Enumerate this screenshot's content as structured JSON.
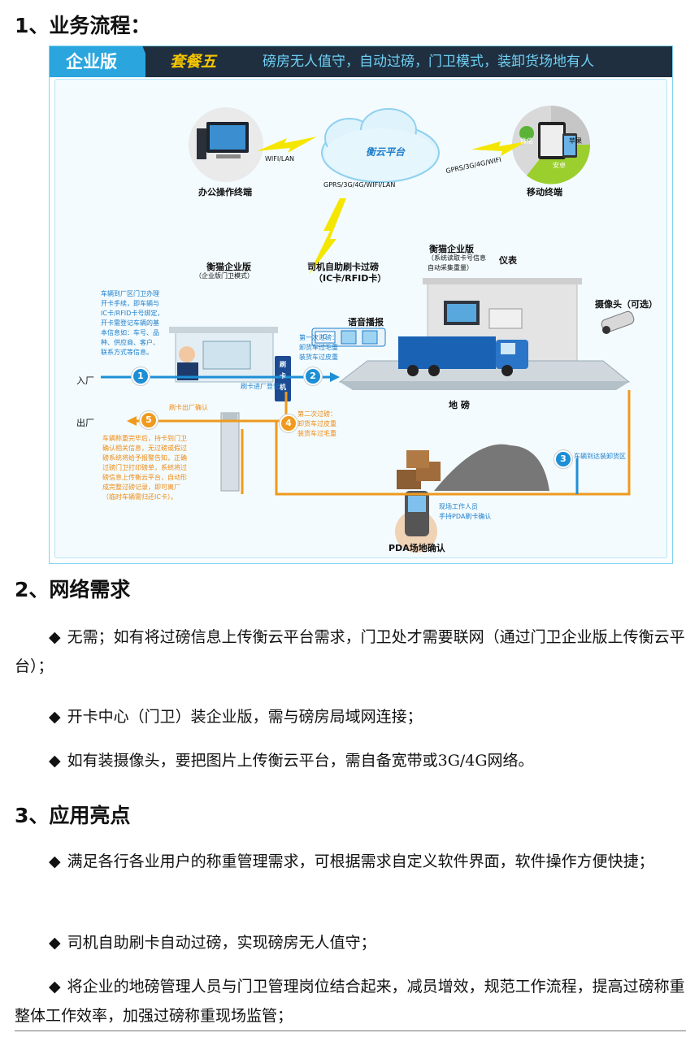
{
  "sections": [
    {
      "title": "1、业务流程："
    },
    {
      "title": "2、网络需求"
    },
    {
      "title": "3、应用亮点"
    }
  ],
  "diagram": {
    "banner": {
      "edition": "企业版",
      "package": "套餐五",
      "slogan": "磅房无人值守，自动过磅，门卫模式，装卸货场地有人"
    },
    "cloud_label": "衡云平台",
    "office_terminal": "办公操作终端",
    "mobile_terminal": "移动终端",
    "link_office": "WIFI/LAN",
    "link_mobile": "GPRS/3G/4G/WIFI",
    "link_down": "GPRS/3G/4G/WIFI/LAN",
    "mobile_icons": {
      "wechat": "微信",
      "apple": "苹果",
      "android": "安卓"
    },
    "guard_title": "衡猫企业版",
    "guard_sub": "（企业版门卫模式）",
    "gate_note": [
      "车辆到厂区门卫办理",
      "开卡手续，即车辆与",
      "IC卡/RFID卡号绑定，",
      "开卡需登记车辆的基",
      "本信息如：车号、品",
      "种、供应商、客户、",
      "联系方式等信息。"
    ],
    "card_reader_title": "司机自助刷卡过磅",
    "card_reader_sub": "（IC卡/RFID卡）",
    "card_ic": "IC",
    "voice": "语音播报",
    "swipe_machine": [
      "刷",
      "卡",
      "机"
    ],
    "weighroom_title": "衡猫企业版",
    "weighroom_sub": [
      "（系统读取卡号信息",
      "自动采集重量）"
    ],
    "meter": "仪表",
    "camera": "摄像头（可选）",
    "first_weigh": [
      "第一次过磅：",
      "卸货车过毛重",
      "装货车过皮重"
    ],
    "second_weigh": [
      "第二次过磅：",
      "卸货车过皮重",
      "装货车过毛重"
    ],
    "swipe_in": "刷卡进厂登记",
    "entry": "入厂",
    "exit": "出厂",
    "swipe_out": "刷卡出厂确认",
    "scale": "地 磅",
    "arrive_area": "车辆到达装卸货区",
    "exit_note": [
      "车辆称重完毕后，持卡到门卫",
      "确认相关信息，无过磅或假过",
      "磅系统将给予报警告知，正确",
      "过磅门卫打印磅单，系统将过",
      "磅信息上传衡云平台，自动形",
      "成完整过磅记录，即可离厂",
      "（临时车辆需归还IC卡）。"
    ],
    "pda_note": [
      "现场工作人员",
      "手持PDA刷卡确认"
    ],
    "pda": "PDA场地确认",
    "steps": [
      "1",
      "2",
      "3",
      "4",
      "5"
    ]
  },
  "network": [
    {
      "bullet": "◆",
      "text": "无需；如有将过磅信息上传衡云平台需求，门卫处才需要联网（通过门卫企业版上传衡云平台）；"
    },
    {
      "bullet": "◆",
      "text": "开卡中心（门卫）装企业版，需与磅房局域网连接；"
    },
    {
      "bullet": "◆",
      "text": "如有装摄像头，要把图片上传衡云平台，需自备宽带或3G/4G网络。"
    }
  ],
  "highlights": [
    {
      "bullet": "◆",
      "text": "满足各行各业用户的称重管理需求，可根据需求自定义软件界面，软件操作方便快捷；"
    },
    {
      "bullet": "◆",
      "text": "司机自助刷卡自动过磅，实现磅房无人值守；"
    },
    {
      "bullet": "◆",
      "text": "将企业的地磅管理人员与门卫管理岗位结合起来，减员增效，规范工作流程，提高过磅称重整体工作效率，加强过磅称重现场监管；"
    }
  ],
  "colors": {
    "banner_bg": "#1f2f40",
    "tab_blue": "#2aa5de",
    "package_yellow": "#f7c600",
    "flow_blue": "#1d7ecb",
    "flow_orange": "#ef8a12"
  }
}
